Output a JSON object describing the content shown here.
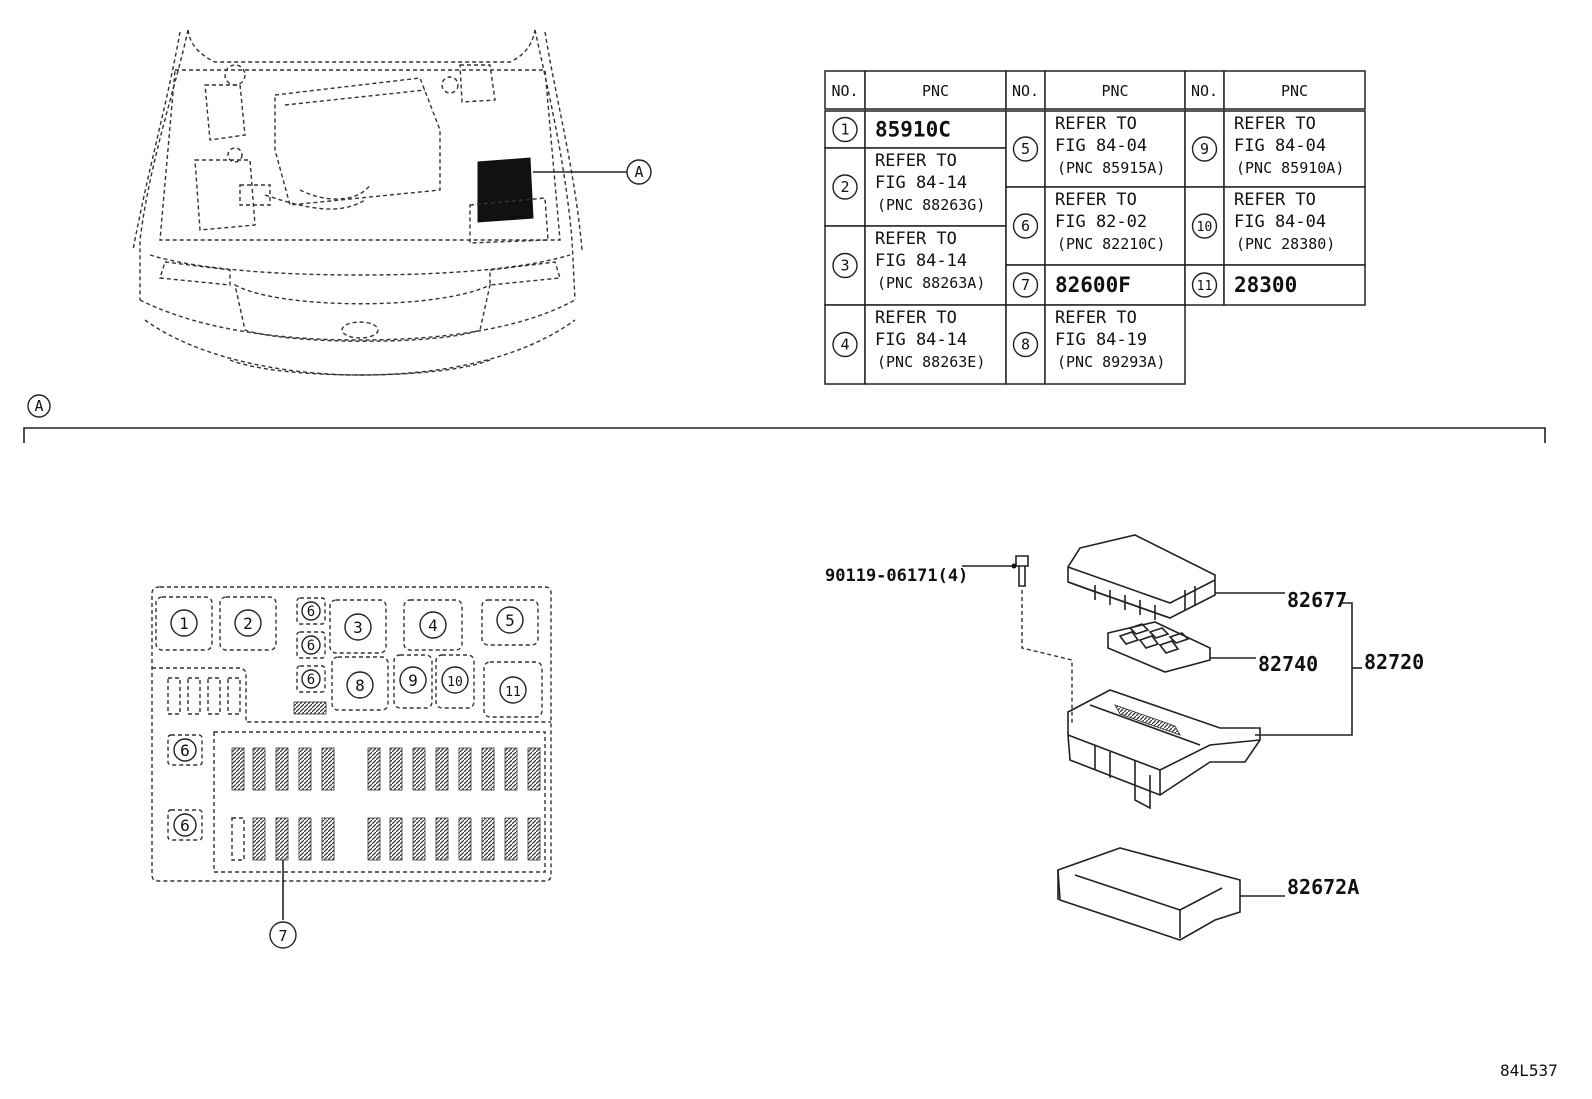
{
  "table": {
    "headers": {
      "no": "NO.",
      "pnc": "PNC"
    },
    "rows": [
      {
        "no": "1",
        "lines": [
          "85910C"
        ]
      },
      {
        "no": "2",
        "lines": [
          "REFER TO",
          "FIG 84-14",
          "(PNC 88263G)"
        ]
      },
      {
        "no": "3",
        "lines": [
          "REFER TO",
          "FIG 84-14",
          "(PNC 88263A)"
        ]
      },
      {
        "no": "4",
        "lines": [
          "REFER TO",
          "FIG 84-14",
          "(PNC 88263E)"
        ]
      },
      {
        "no": "5",
        "lines": [
          "REFER TO",
          "FIG 84-04",
          "(PNC 85915A)"
        ]
      },
      {
        "no": "6",
        "lines": [
          "REFER TO",
          "FIG 82-02",
          "(PNC 82210C)"
        ]
      },
      {
        "no": "7",
        "lines": [
          "82600F"
        ]
      },
      {
        "no": "8",
        "lines": [
          "REFER TO",
          "FIG 84-19",
          "(PNC 89293A)"
        ]
      },
      {
        "no": "9",
        "lines": [
          "REFER TO",
          "FIG 84-04",
          "(PNC 85910A)"
        ]
      },
      {
        "no": "10",
        "lines": [
          "REFER TO",
          "FIG 84-04",
          "(PNC 28380)"
        ]
      },
      {
        "no": "11",
        "lines": [
          "28300"
        ]
      }
    ]
  },
  "callouts": {
    "detail_marker": "A"
  },
  "fuse_box": {
    "slot_labels": [
      "1",
      "2",
      "3",
      "4",
      "5",
      "6",
      "7",
      "8",
      "9",
      "10",
      "11"
    ]
  },
  "parts": {
    "bolt": "90119-06171(4)",
    "cover": "82677",
    "relay_block": "82740",
    "assembly": "82720",
    "lower_cover": "82672A"
  },
  "figure_code": "84L537"
}
